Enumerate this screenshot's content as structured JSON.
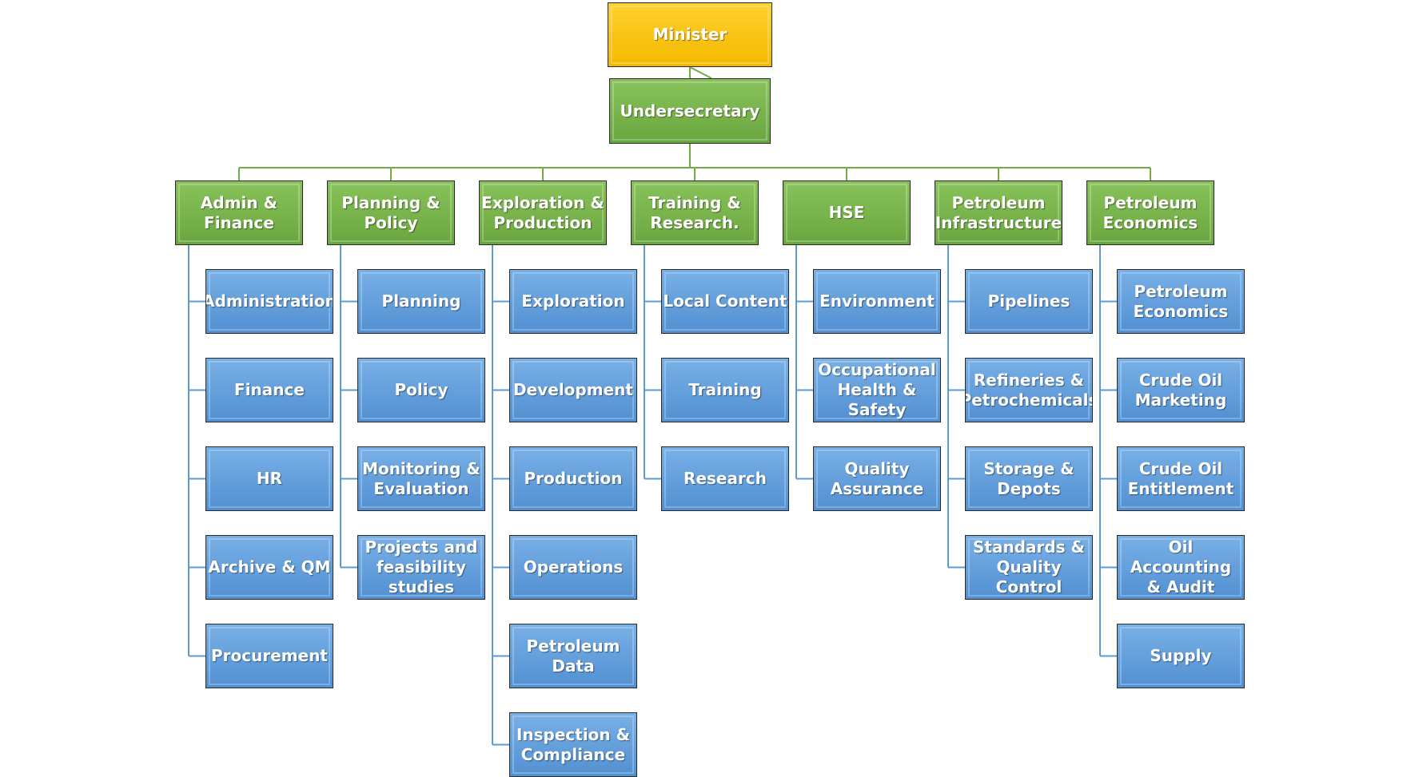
{
  "colors": {
    "minister": "#FFC000",
    "green": "#70AD47",
    "blue": "#5B9BD5",
    "green_line": "#70AD47",
    "blue_line": "#5B9BD5"
  },
  "minister": "Minister",
  "undersecretary": "Undersecretary",
  "departments": [
    {
      "name": "Admin &\nFinance",
      "units": [
        "Administration",
        "Finance",
        "HR",
        "Archive & QM",
        "Procurement"
      ]
    },
    {
      "name": "Planning &\nPolicy",
      "units": [
        "Planning",
        "Policy",
        "Monitoring &\nEvaluation",
        "Projects and\nfeasibility\nstudies"
      ]
    },
    {
      "name": "Exploration &\nProduction",
      "units": [
        "Exploration",
        "Development",
        "Production",
        "Operations",
        "Petroleum Data",
        "Inspection &\nCompliance"
      ]
    },
    {
      "name": "Training &\nResearch.",
      "units": [
        "Local Content",
        "Training",
        "Research"
      ]
    },
    {
      "name": "HSE",
      "units": [
        "Environment",
        "Occupational\nHealth & Safety",
        "Quality\nAssurance"
      ]
    },
    {
      "name": "Petroleum\nInfrastructure",
      "units": [
        "Pipelines",
        "Refineries &\nPetrochemicals",
        "Storage &\nDepots",
        "Standards &\nQuality Control"
      ]
    },
    {
      "name": "Petroleum\nEconomics",
      "units": [
        "Petroleum\nEconomics",
        "Crude Oil\nMarketing",
        "Crude Oil\nEntitlement",
        "Oil Accounting\n& Audit",
        "Supply"
      ]
    }
  ]
}
